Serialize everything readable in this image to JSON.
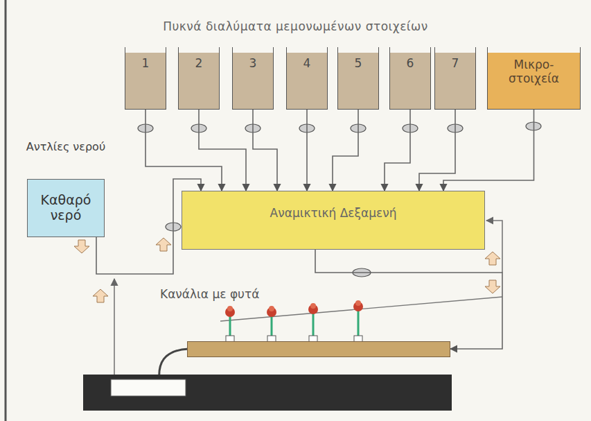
{
  "diagram": {
    "title": "Πυκνά διαλύματα μεμονωμένων στοιχείων",
    "nodes": [
      {
        "text": [
          "1"
        ]
      },
      {
        "text": [
          "2"
        ]
      },
      {
        "text": [
          "3"
        ]
      },
      {
        "text": [
          "4"
        ]
      },
      {
        "text": [
          "5"
        ]
      },
      {
        "text": [
          "6"
        ]
      },
      {
        "text": [
          "7"
        ]
      },
      {
        "text": [
          "Μικρο- στοιχεία"
        ]
      },
      {
        "text": [
          "Καθαρό νερό"
        ]
      },
      {
        "text": [
          "Αναμικτική Δεξαμενή"
        ]
      },
      {
        "text": [
          "Κανάλια με φυτά"
        ]
      }
    ],
    "edges": [
      {
        "from": 0,
        "to": 9,
        "arrow": "to"
      },
      {
        "from": 1,
        "to": 9,
        "arrow": "to"
      },
      {
        "from": 2,
        "to": 9,
        "arrow": "to"
      },
      {
        "from": 3,
        "to": 9,
        "arrow": "to"
      },
      {
        "from": 4,
        "to": 9,
        "arrow": "to"
      },
      {
        "from": 5,
        "to": 9,
        "arrow": "to"
      },
      {
        "from": 6,
        "to": 9,
        "arrow": "to"
      },
      {
        "from": 7,
        "to": 9,
        "arrow": "to"
      },
      {
        "from": 8,
        "to": 9,
        "arrow": "to"
      },
      {
        "from": 9,
        "to": 10,
        "arrow": "to"
      }
    ],
    "labels": [
      "Αντλίες νερού"
    ]
  }
}
